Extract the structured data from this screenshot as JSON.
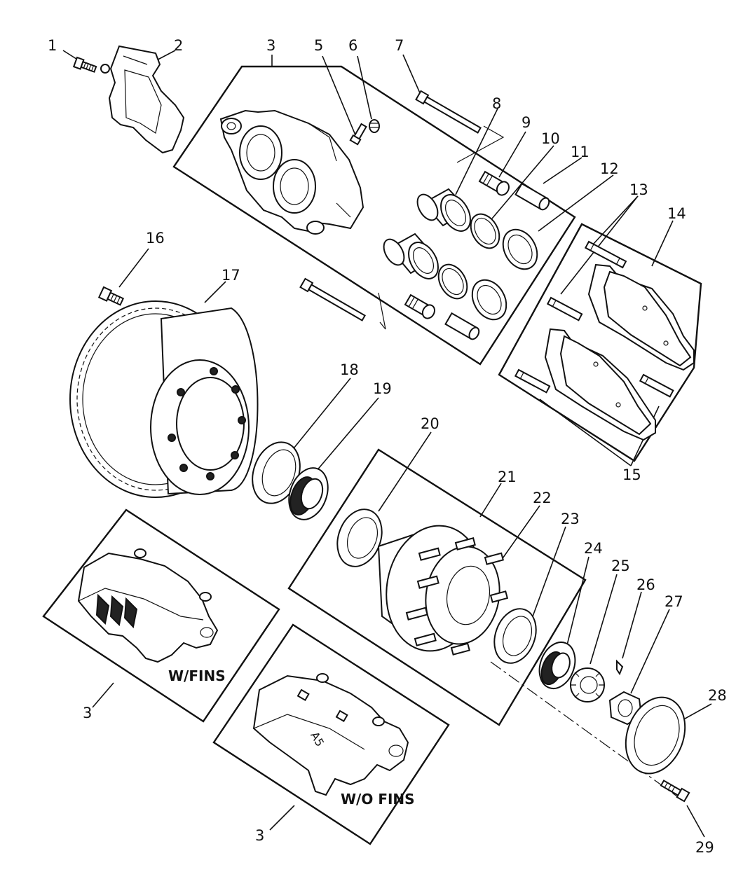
{
  "diagram": {
    "callouts": [
      {
        "id": "c1",
        "label": "1"
      },
      {
        "id": "c2",
        "label": "2"
      },
      {
        "id": "c3a",
        "label": "3"
      },
      {
        "id": "c5",
        "label": "5"
      },
      {
        "id": "c6",
        "label": "6"
      },
      {
        "id": "c7",
        "label": "7"
      },
      {
        "id": "c8",
        "label": "8"
      },
      {
        "id": "c9",
        "label": "9"
      },
      {
        "id": "c10",
        "label": "10"
      },
      {
        "id": "c11",
        "label": "11"
      },
      {
        "id": "c12",
        "label": "12"
      },
      {
        "id": "c13",
        "label": "13"
      },
      {
        "id": "c14",
        "label": "14"
      },
      {
        "id": "c15",
        "label": "15"
      },
      {
        "id": "c16",
        "label": "16"
      },
      {
        "id": "c17",
        "label": "17"
      },
      {
        "id": "c18",
        "label": "18"
      },
      {
        "id": "c19",
        "label": "19"
      },
      {
        "id": "c20",
        "label": "20"
      },
      {
        "id": "c21",
        "label": "21"
      },
      {
        "id": "c22",
        "label": "22"
      },
      {
        "id": "c23",
        "label": "23"
      },
      {
        "id": "c24",
        "label": "24"
      },
      {
        "id": "c25",
        "label": "25"
      },
      {
        "id": "c26",
        "label": "26"
      },
      {
        "id": "c27",
        "label": "27"
      },
      {
        "id": "c28",
        "label": "28"
      },
      {
        "id": "c29",
        "label": "29"
      },
      {
        "id": "c3b",
        "label": "3"
      },
      {
        "id": "c3c",
        "label": "3"
      }
    ],
    "variants": {
      "with_fins": "W/FINS",
      "without_fins": "W/O FINS"
    },
    "cast_mark": "A5"
  }
}
